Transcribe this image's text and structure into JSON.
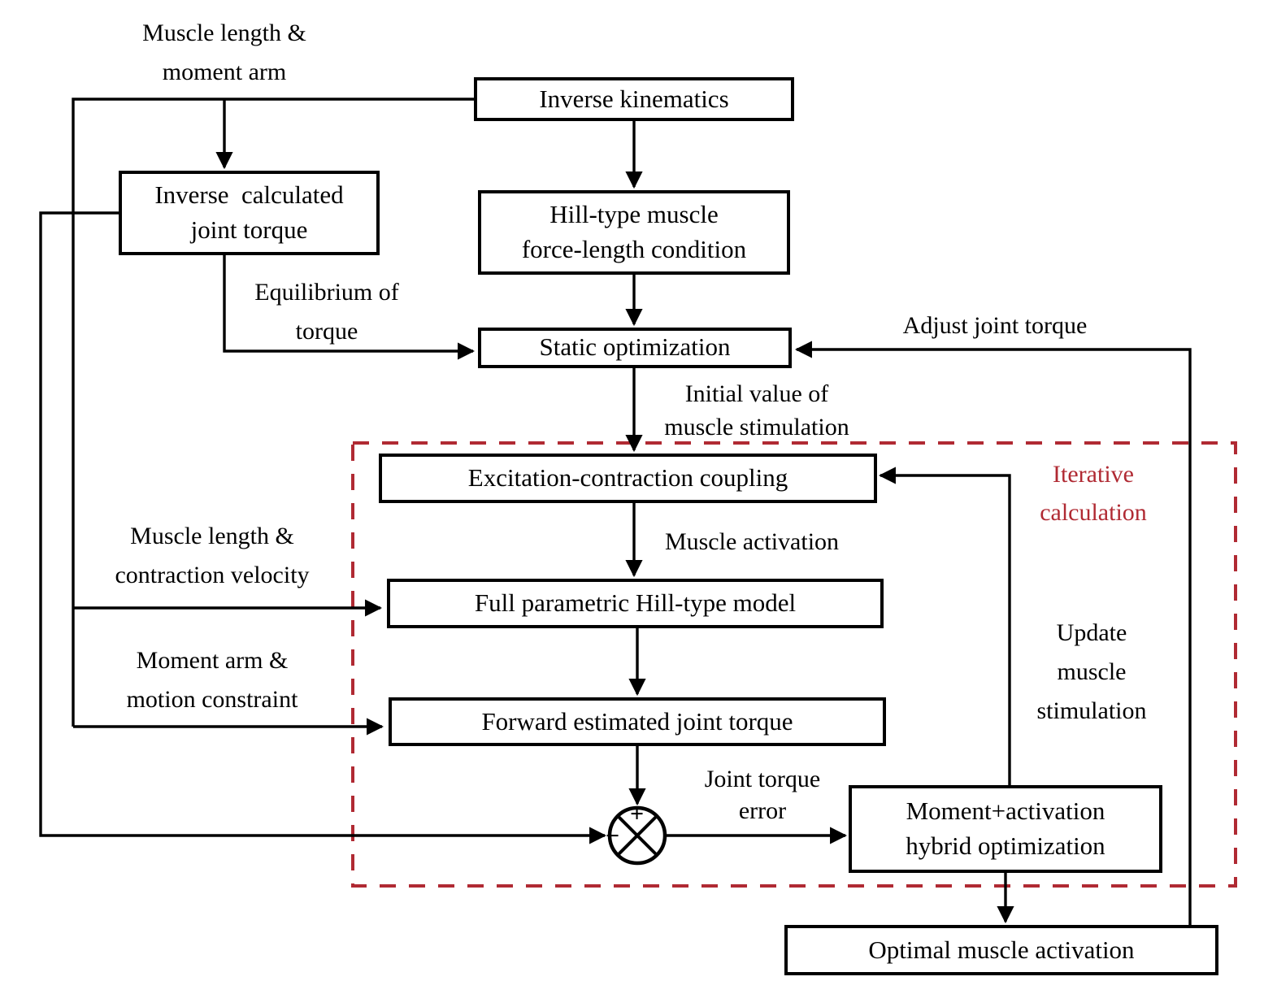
{
  "diagram": {
    "title": "Hybrid forward-inverse musculoskeletal optimization flowchart",
    "colors": {
      "line": "#000000",
      "box_fill": "#ffffff",
      "iterative_region": "#b02a33"
    },
    "boxes": [
      {
        "id": "inverse-kinematics",
        "label": "Inverse kinematics"
      },
      {
        "id": "inverse-calculated-joint-torque",
        "label": "Inverse  calculated\njoint torque"
      },
      {
        "id": "hill-type-muscle-force-length-condition",
        "label": "Hill-type muscle\nforce-length condition"
      },
      {
        "id": "static-optimization",
        "label": "Static optimization"
      },
      {
        "id": "excitation-contraction-coupling",
        "label": "Excitation-contraction coupling"
      },
      {
        "id": "full-parametric-hill-type-model",
        "label": "Full parametric Hill-type model"
      },
      {
        "id": "forward-estimated-joint-torque",
        "label": "Forward estimated joint torque"
      },
      {
        "id": "moment-activation-hybrid-optimization",
        "label": "Moment+activation\nhybrid optimization"
      },
      {
        "id": "optimal-muscle-activation",
        "label": "Optimal muscle activation"
      }
    ],
    "edge_labels": [
      {
        "id": "muscle-length-moment-arm",
        "line1": "Muscle length &",
        "line2": "moment arm"
      },
      {
        "id": "equilibrium-of-torque",
        "line1": "Equilibrium of",
        "line2": "torque"
      },
      {
        "id": "adjust-joint-torque",
        "line1": "Adjust joint torque",
        "line2": ""
      },
      {
        "id": "initial-value-of-muscle-stimulation",
        "line1": "Initial value of",
        "line2": "muscle stimulation"
      },
      {
        "id": "muscle-activation",
        "line1": "Muscle activation",
        "line2": ""
      },
      {
        "id": "muscle-length-contraction-velocity",
        "line1": "Muscle length &",
        "line2": "contraction velocity"
      },
      {
        "id": "moment-arm-motion-constraint",
        "line1": "Moment arm &",
        "line2": "motion constraint"
      },
      {
        "id": "joint-torque-error",
        "line1": "Joint torque",
        "line2": "error"
      },
      {
        "id": "update-muscle-stimulation",
        "line1": "Update",
        "line2": "muscle",
        "line3": "stimulation"
      }
    ],
    "region": {
      "id": "iterative-calculation-region",
      "line1": "Iterative",
      "line2": "calculation"
    },
    "summing_junction": {
      "id": "summing-junction",
      "plus": "+",
      "minus": "−"
    }
  }
}
